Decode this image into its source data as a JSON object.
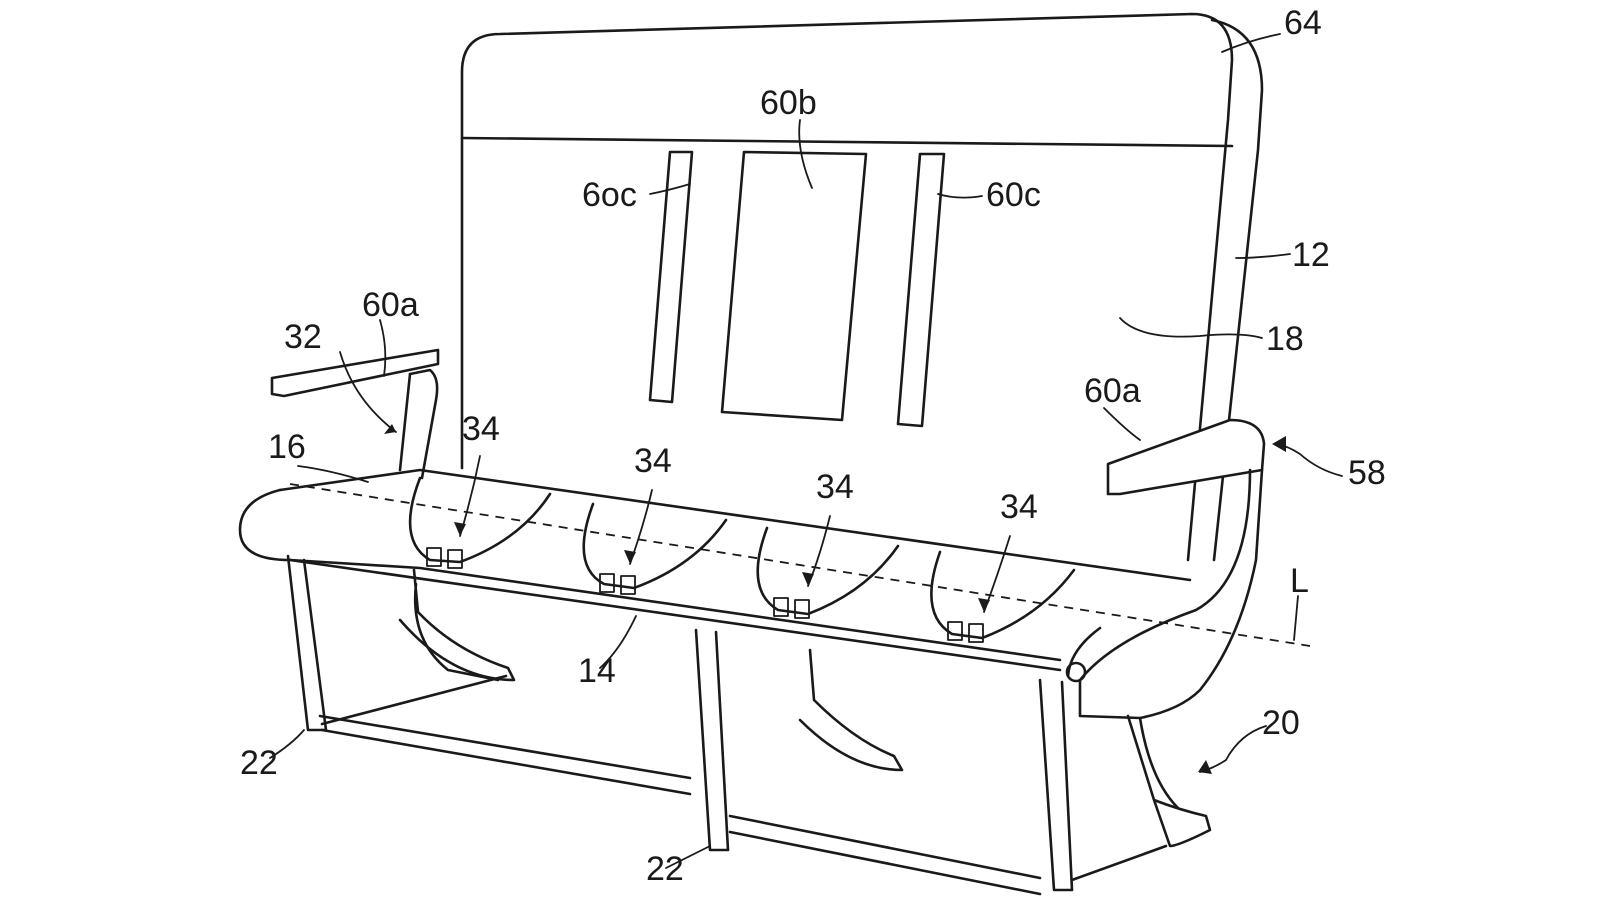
{
  "labels": {
    "l64": "64",
    "l60b": "60b",
    "l60c_left": "6oc",
    "l60c_right": "60c",
    "l12": "12",
    "l18": "18",
    "l60a_left": "60a",
    "l60a_right": "60a",
    "l32": "32",
    "l16": "16",
    "l34_1": "34",
    "l34_2": "34",
    "l34_3": "34",
    "l34_4": "34",
    "l58": "58",
    "lL": "L",
    "l14": "14",
    "l20": "20",
    "l22_left": "22",
    "l22_center": "22"
  }
}
